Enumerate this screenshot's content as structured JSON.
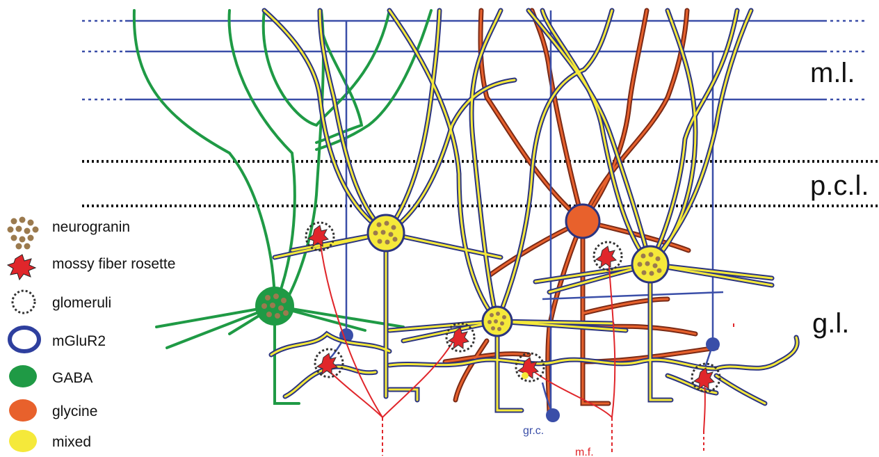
{
  "layers": {
    "molecular": "m.l.",
    "purkinje": "p.c.l.",
    "granular": "g.l."
  },
  "legend": [
    {
      "label": "neurogranin",
      "icon": "neurogranin-icon"
    },
    {
      "label": "mossy fiber rosette",
      "icon": "mossy-fiber-rosette-icon"
    },
    {
      "label": "glomeruli",
      "icon": "glomeruli-icon"
    },
    {
      "label": "mGluR2",
      "icon": "mglur2-ring-icon"
    },
    {
      "label": "GABA",
      "icon": "gaba-dot-icon"
    },
    {
      "label": "glycine",
      "icon": "glycine-dot-icon"
    },
    {
      "label": "mixed",
      "icon": "mixed-dot-icon"
    }
  ],
  "annotations": {
    "granule_cell": "gr.c.",
    "mossy_fiber": "m.f."
  },
  "colors": {
    "mglur2": "#2e3f9e",
    "gaba": "#1f9a45",
    "glycine": "#e8612c",
    "mixed": "#f5e93a",
    "neurogranin": "#9b7a4e",
    "mossy_fiber": "#e0262b",
    "yellow_dendrite_outline": "#2b3480",
    "red_dendrite_outline": "#7a2a16",
    "parallel_fiber": "#3a4ea8"
  }
}
